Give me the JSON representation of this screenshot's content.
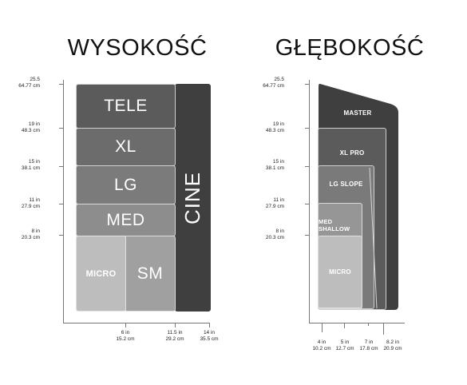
{
  "panels": {
    "height": {
      "title": "WYSOKOŚĆ"
    },
    "depth": {
      "title": "GŁĘBOKOŚĆ"
    }
  },
  "y_scale": [
    {
      "in": "25.5",
      "cm": "64.77 cm"
    },
    {
      "in": "19 in",
      "cm": "48.3 cm"
    },
    {
      "in": "15 in",
      "cm": "38.1 cm"
    },
    {
      "in": "11 in",
      "cm": "27.9 cm"
    },
    {
      "in": "8 in",
      "cm": "20.3 cm"
    }
  ],
  "height_x_scale": [
    {
      "in": "6 in",
      "cm": "15.2 cm"
    },
    {
      "in": "11.5 in",
      "cm": "29.2 cm"
    },
    {
      "in": "14 in",
      "cm": "35.5 cm"
    }
  ],
  "depth_x_scale": [
    {
      "in": "4 in",
      "cm": "10.2 cm"
    },
    {
      "in": "5 in",
      "cm": "12.7 cm"
    },
    {
      "in": "7 in",
      "cm": "17.8 cm"
    },
    {
      "in": "8.2 in",
      "cm": "20.9 cm"
    }
  ],
  "height_boxes": {
    "tele": "TELE",
    "xl": "XL",
    "lg": "LG",
    "med": "MED",
    "micro": "MICRO",
    "sm": "SM",
    "cine": "CINE"
  },
  "depth_boxes": {
    "master": "MASTER",
    "xl_pro": "XL PRO",
    "lg_slope": "LG SLOPE",
    "med_shallow": "MED SHALLOW",
    "micro": "MICRO"
  },
  "colors": {
    "darkest": "#3f3f3f",
    "dark": "#5b5b5b",
    "mid": "#6f6f6f",
    "light": "#898989",
    "lighter": "#a3a3a3",
    "lightest": "#bdbdbd"
  }
}
